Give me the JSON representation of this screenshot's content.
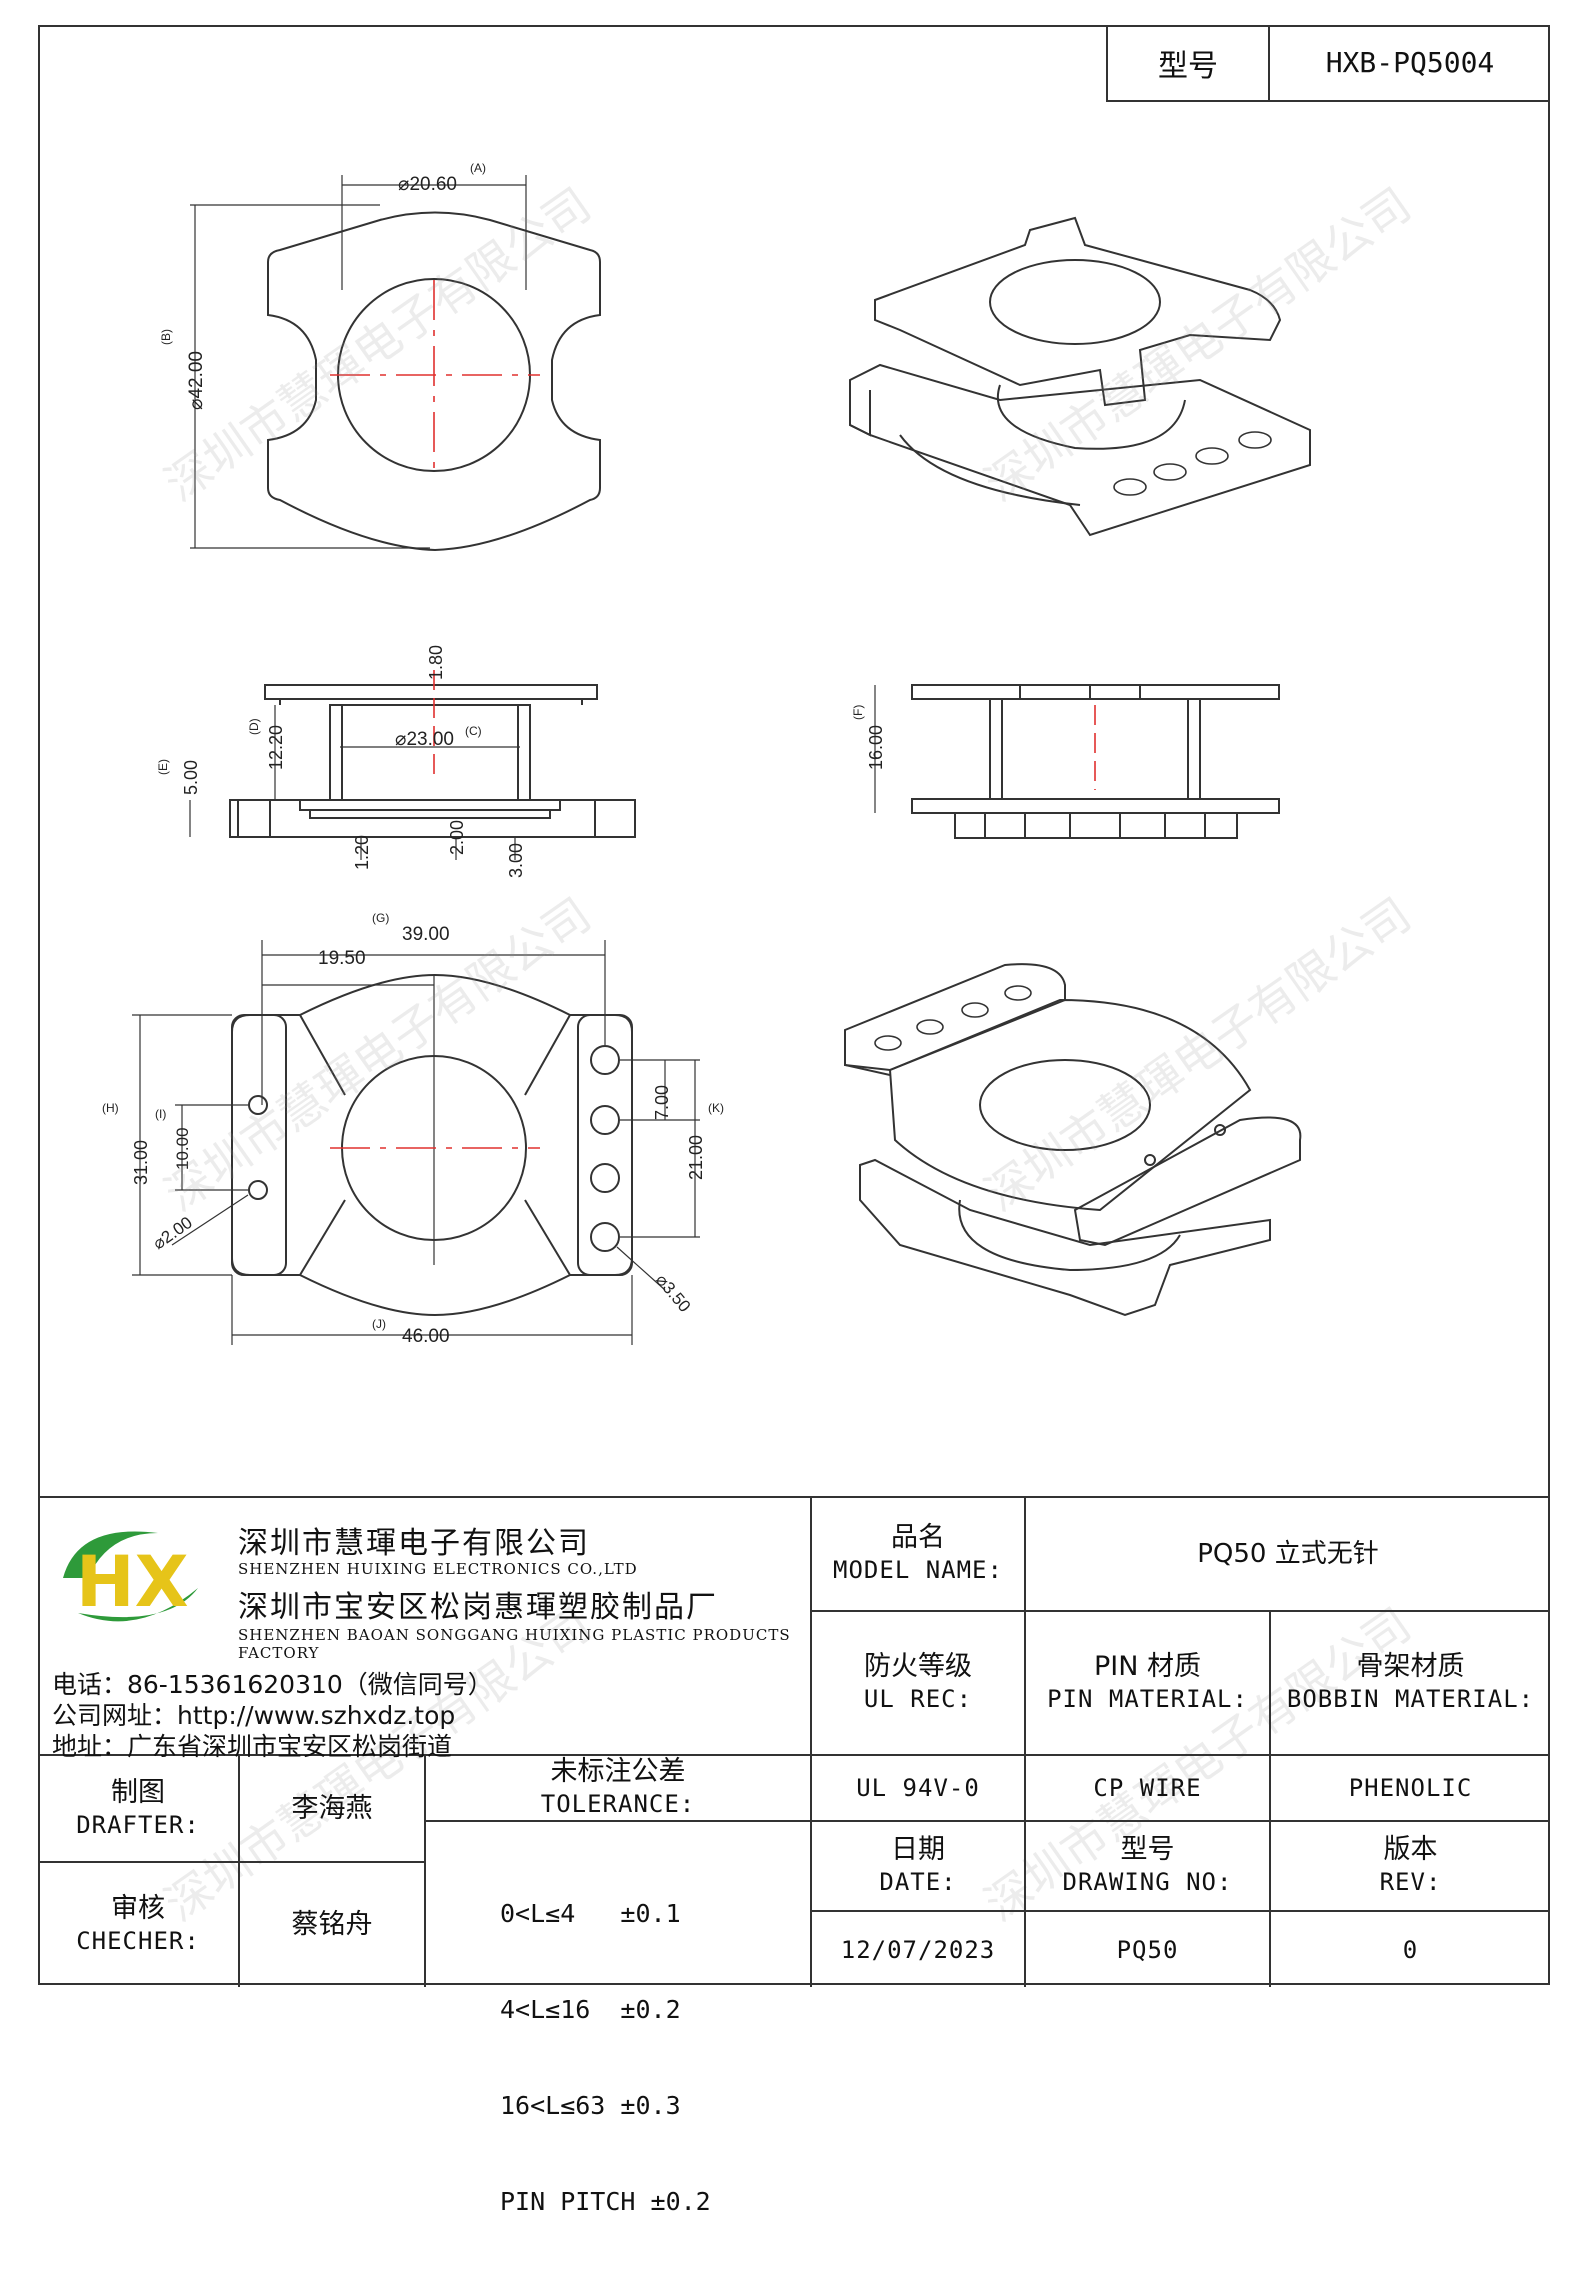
{
  "header": {
    "model_label": "型号",
    "model_value": "HXB-PQ5004"
  },
  "dimensions": {
    "top": {
      "a_label": "(A)",
      "a": "⌀20.60",
      "b_label": "(B)",
      "b": "⌀42.00"
    },
    "side": {
      "t1": "1.80",
      "d_label": "(D)",
      "d": "12.20",
      "c_label": "(C)",
      "c": "⌀23.00",
      "e_label": "(E)",
      "e": "5.00",
      "b1": "1.20",
      "b2": "2.00",
      "b3": "3.00",
      "f_label": "(F)",
      "f": "16.00"
    },
    "bottom": {
      "g_label": "(G)",
      "g": "39.00",
      "half": "19.50",
      "h_label": "(H)",
      "h": "31.00",
      "i_label": "(I)",
      "i": "10.00",
      "pin_small": "⌀2.00",
      "k1": "7.00",
      "k_label": "(K)",
      "k2": "21.00",
      "pin_big": "⌀3.50",
      "j_label": "(J)",
      "j": "46.00"
    }
  },
  "company": {
    "name_cn": "深圳市慧琿电子有限公司",
    "name_en": "SHENZHEN HUIXING ELECTRONICS CO.,LTD",
    "factory_cn": "深圳市宝安区松岗惠琿塑胶制品厂",
    "factory_en": "SHENZHEN BAOAN SONGGANG HUIXING PLASTIC PRODUCTS FACTORY",
    "phone": "电话：86-15361620310（微信同号）",
    "website": "公司网址：http://www.szhxdz.top",
    "address": "地址：广东省深圳市宝安区松岗街道"
  },
  "logo": {
    "text": "HX",
    "green": "#2e9a3a",
    "yellow": "#e6c419"
  },
  "watermark": "深圳市慧琿电子有限公司",
  "title_block": {
    "model_name_cn": "品名",
    "model_name_en": "MODEL NAME:",
    "model_name_value": "PQ50 立式无针",
    "ul_cn": "防火等级",
    "ul_en": "UL REC:",
    "pin_cn": "PIN 材质",
    "pin_en": "PIN MATERIAL:",
    "bobbin_cn": "骨架材质",
    "bobbin_en": "BOBBIN MATERIAL:",
    "ul_value": "UL 94V-0",
    "pin_value": "CP WIRE",
    "bobbin_value": "PHENOLIC",
    "drafter_cn": "制图",
    "drafter_en": "DRAFTER:",
    "drafter_name": "李海燕",
    "checker_cn": "审核",
    "checker_en": "CHECHER:",
    "checker_name": "蔡铭舟",
    "tolerance_cn": "未标注公差",
    "tolerance_en": "TOLERANCE:",
    "tolerance_lines": [
      "0<L≤4   ±0.1",
      "4<L≤16  ±0.2",
      "16<L≤63 ±0.3",
      "PIN PITCH ±0.2"
    ],
    "date_cn": "日期",
    "date_en": "DATE:",
    "date_value": "12/07/2023",
    "drawing_cn": "型号",
    "drawing_en": "DRAWING NO:",
    "drawing_value": "PQ50",
    "rev_cn": "版本",
    "rev_en": "REV:",
    "rev_value": "0"
  }
}
